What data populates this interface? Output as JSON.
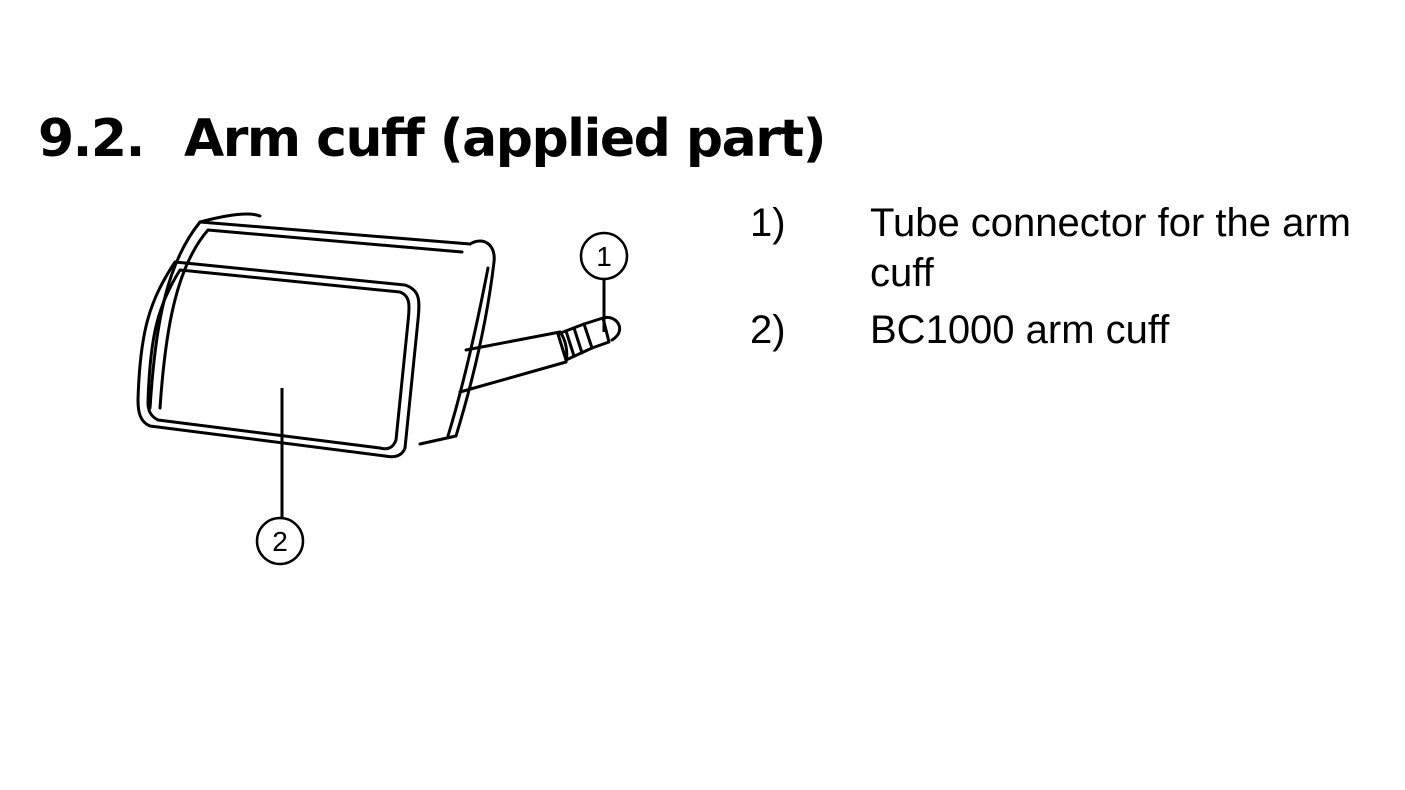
{
  "section": {
    "number": "9.2.",
    "title": "Arm cuff (applied part)"
  },
  "figure": {
    "callouts": [
      "1",
      "2"
    ]
  },
  "legend": [
    {
      "marker": "1)",
      "text": "Tube connector for the arm cuff"
    },
    {
      "marker": "2)",
      "text": "BC1000 arm cuff"
    }
  ]
}
